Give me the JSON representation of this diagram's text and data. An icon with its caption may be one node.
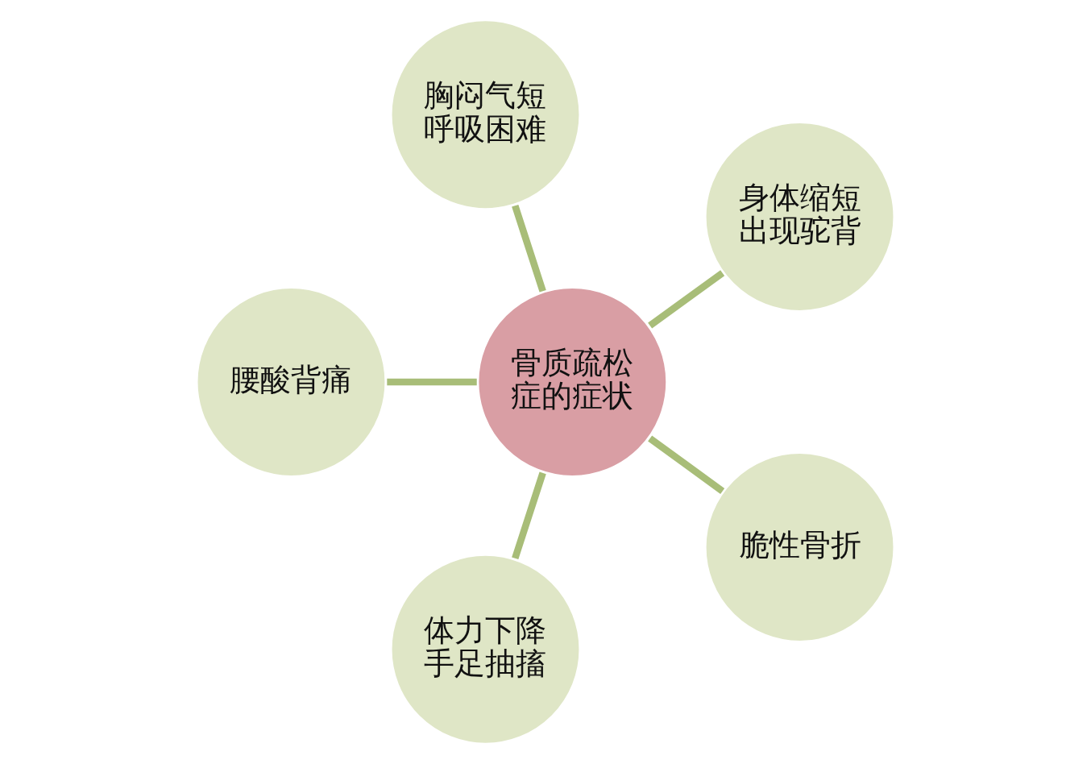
{
  "diagram": {
    "nodes": [
      {
        "text": [
          "身体缩短出现驼背"
        ]
      },
      {
        "text": [
          "胸闷气短呼吸困难"
        ]
      },
      {
        "text": [
          "腰酸背痛"
        ]
      },
      {
        "text": [
          "体力下降手足抽搐"
        ]
      },
      {
        "text": [
          "骨质疏松症的症状"
        ]
      },
      {
        "text": [
          "脆性骨折"
        ]
      }
    ],
    "edges": [
      {
        "from": 4,
        "to": 0,
        "arrow": "none"
      },
      {
        "from": 4,
        "to": 1,
        "arrow": "none"
      },
      {
        "from": 4,
        "to": 2,
        "arrow": "none"
      },
      {
        "from": 4,
        "to": 3,
        "arrow": "none"
      },
      {
        "from": 4,
        "to": 5,
        "arrow": "none"
      }
    ]
  }
}
